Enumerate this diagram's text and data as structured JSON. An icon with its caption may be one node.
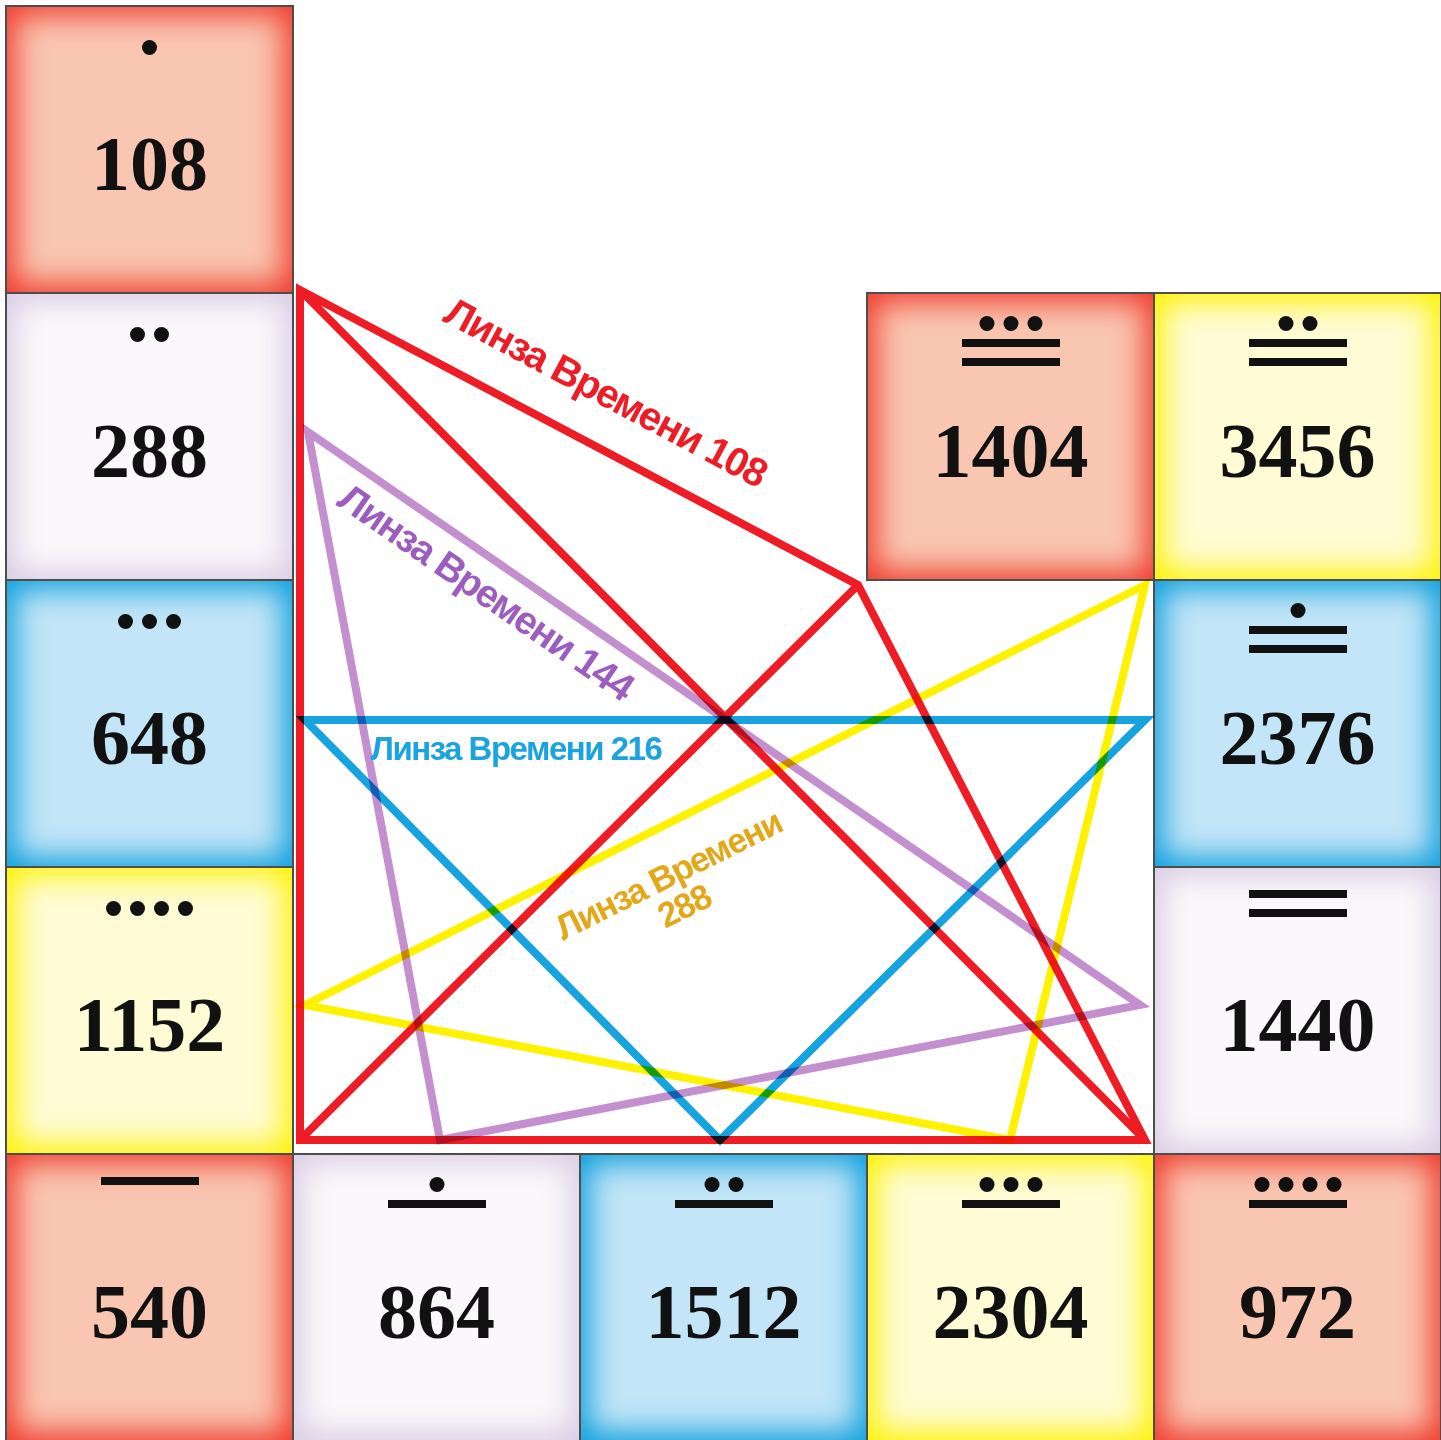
{
  "diagram": {
    "nodes": [
      {
        "text": [
          "108"
        ]
      },
      {
        "text": [
          "288"
        ]
      },
      {
        "text": [
          "1404"
        ]
      },
      {
        "text": [
          "3456"
        ]
      },
      {
        "text": [
          "648"
        ]
      },
      {
        "text": [
          "2376"
        ]
      },
      {
        "text": [
          "1152"
        ]
      },
      {
        "text": [
          "1440"
        ]
      },
      {
        "text": [
          "540"
        ]
      },
      {
        "text": [
          "864"
        ]
      },
      {
        "text": [
          "1512"
        ]
      },
      {
        "text": [
          "2304"
        ]
      },
      {
        "text": [
          "972"
        ]
      }
    ],
    "labels": [
      "Линза Времени 108",
      "Линза Времени 144",
      "Линза Времени 216",
      "Линза Времени 288"
    ]
  }
}
